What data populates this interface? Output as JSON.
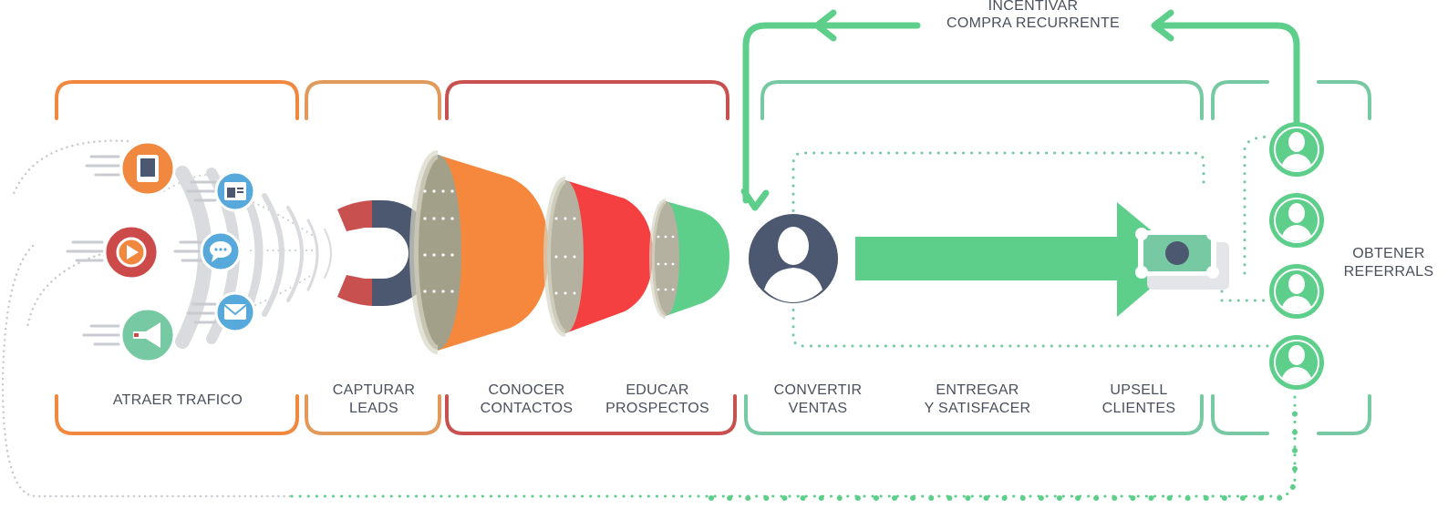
{
  "colors": {
    "orange": "#f0893f",
    "light_orange": "#e29a5c",
    "red_bracket": "#c8504f",
    "green_bracket": "#76c9a3",
    "bright_green": "#5dcf8b",
    "funnel_orange": "#f5883c",
    "funnel_red": "#f44040",
    "funnel_green": "#5dcf8b",
    "funnel_inner": "#a3a08a",
    "navy": "#4b5870",
    "gray_arc": "#d9dbde",
    "icon_orange": "#f0893f",
    "icon_red": "#cc4a4a",
    "icon_blue": "#58a9db",
    "icon_teal": "#76c9a3",
    "text": "#4a4f5c"
  },
  "top_loop": {
    "line1": "INCENTIVAR",
    "line2": "COMPRA RECURRENTE"
  },
  "stages": {
    "atraer": "ATRAER TRAFICO",
    "capturar": [
      "CAPTURAR",
      "LEADS"
    ],
    "conocer": [
      "CONOCER",
      "CONTACTOS"
    ],
    "educar": [
      "EDUCAR",
      "PROSPECTOS"
    ],
    "convertir": [
      "CONVERTIR",
      "VENTAS"
    ],
    "entregar": [
      "ENTREGAR",
      "Y SATISFACER"
    ],
    "upsell": [
      "UPSELL",
      "CLIENTES"
    ],
    "referrals": [
      "OBTENER",
      "REFERRALS"
    ]
  },
  "icons": {
    "traffic": [
      "tablet-icon",
      "play-icon",
      "megaphone-icon"
    ],
    "channels": [
      "browser-icon",
      "chat-icon",
      "email-icon"
    ],
    "capture": "magnet-icon",
    "customer": "user-avatar-icon",
    "money": "money-bill-icon",
    "referral": "user-icon"
  }
}
